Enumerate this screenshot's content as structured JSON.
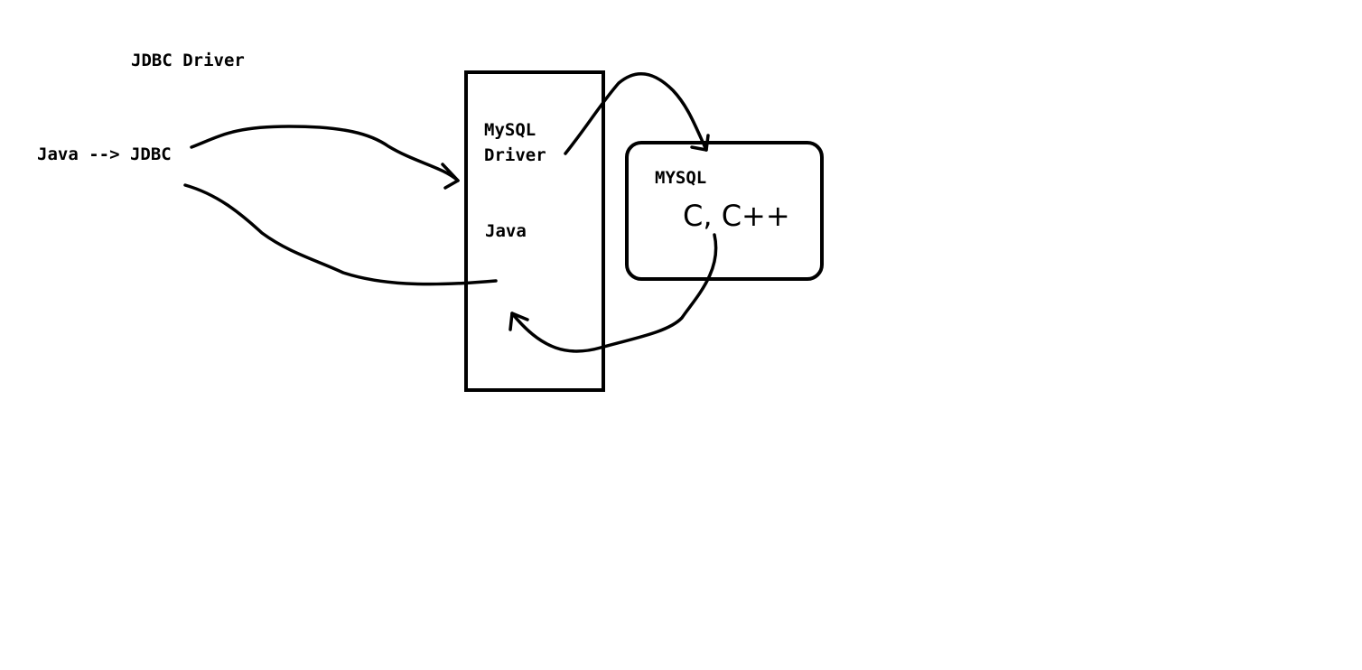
{
  "title": "JDBC Driver",
  "left_label": "Java --> JDBC",
  "driver_box": {
    "line1": "MySQL",
    "line2": "Driver",
    "java_label": "Java"
  },
  "mysql_box": {
    "label": "MYSQL",
    "languages": "C, C++"
  },
  "colors": {
    "ink": "#000000",
    "background": "#ffffff"
  }
}
